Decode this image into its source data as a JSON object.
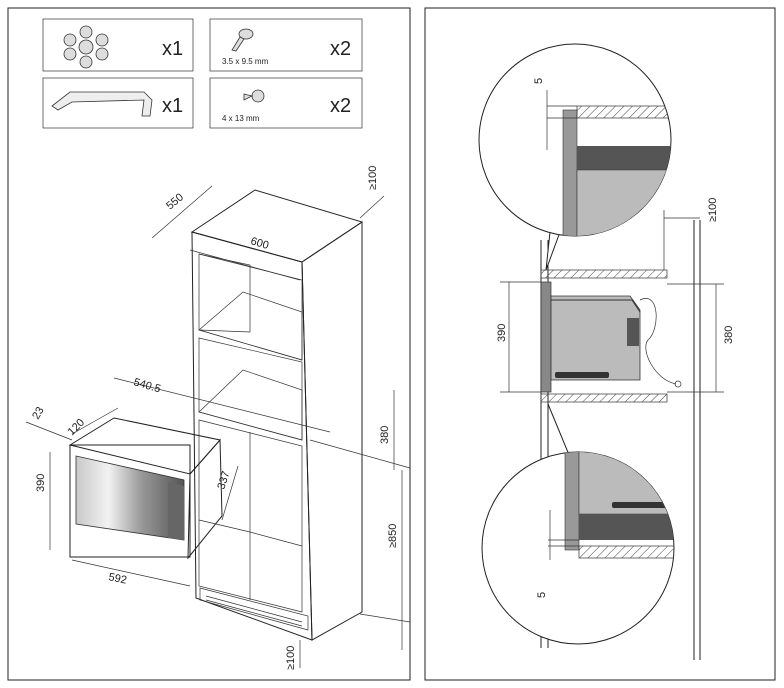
{
  "parts": [
    {
      "icon": "knob-rings-icon",
      "qty": "x1"
    },
    {
      "icon": "screw-icon",
      "caption": "3.5 x 9.5 mm",
      "qty": "x2"
    },
    {
      "icon": "trim-strip-icon",
      "qty": "x1"
    },
    {
      "icon": "screw-anchor-icon",
      "caption": "4 x 13 mm",
      "qty": "x2"
    }
  ],
  "left_dims": {
    "d550": "550",
    "d600": "600",
    "d100_top": "≥100",
    "d540": "540.5",
    "d23": "23",
    "d120": "120",
    "d390": "390",
    "d337": "337",
    "d380": "380",
    "d850": "≥850",
    "d592": "592",
    "d100_bottom": "≥100"
  },
  "right_dims": {
    "d5_top": "5",
    "d100": "≥100",
    "d390": "390",
    "d380": "380",
    "d5_bottom": "5"
  }
}
